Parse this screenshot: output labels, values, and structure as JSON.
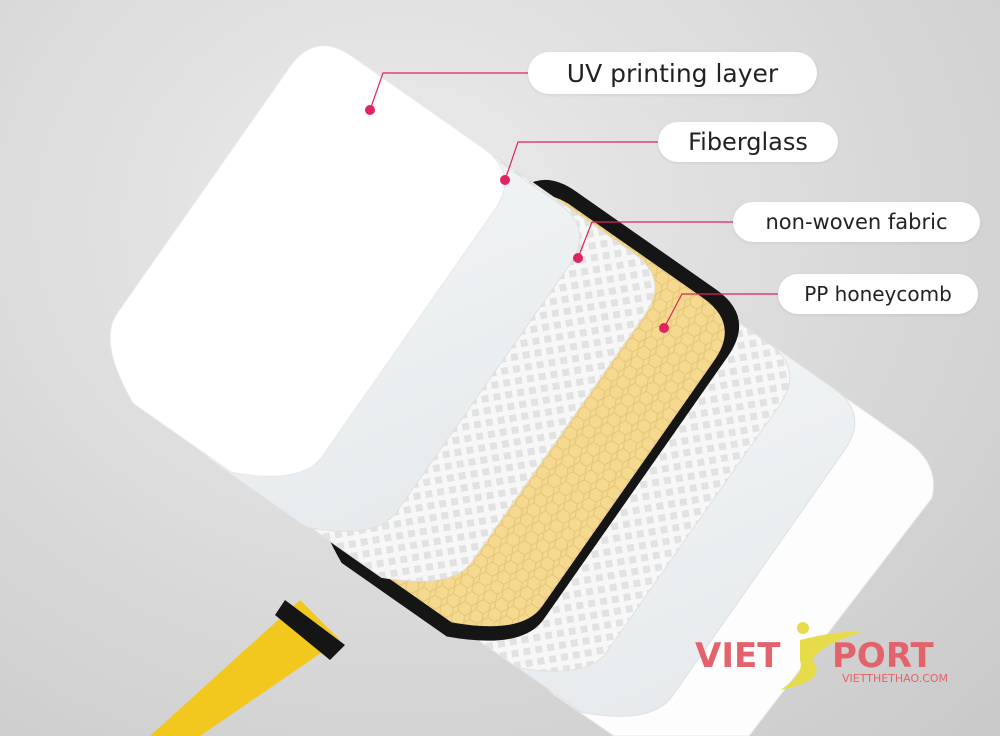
{
  "labels": [
    {
      "text": "UV printing layer"
    },
    {
      "text": "Fiberglass"
    },
    {
      "text": "non-woven fabric"
    },
    {
      "text": "PP honeycomb"
    }
  ],
  "colors": {
    "accent_dot": "#e0245e",
    "honeycomb": "#f4d98f",
    "edge_guard": "#151515",
    "grip": "#f2c81e",
    "logo_red": "#e2636b",
    "logo_yellow": "#e6dc4a"
  },
  "logo": {
    "brand": "VIETSPORT",
    "website": "VIETTHETHAO.COM"
  }
}
